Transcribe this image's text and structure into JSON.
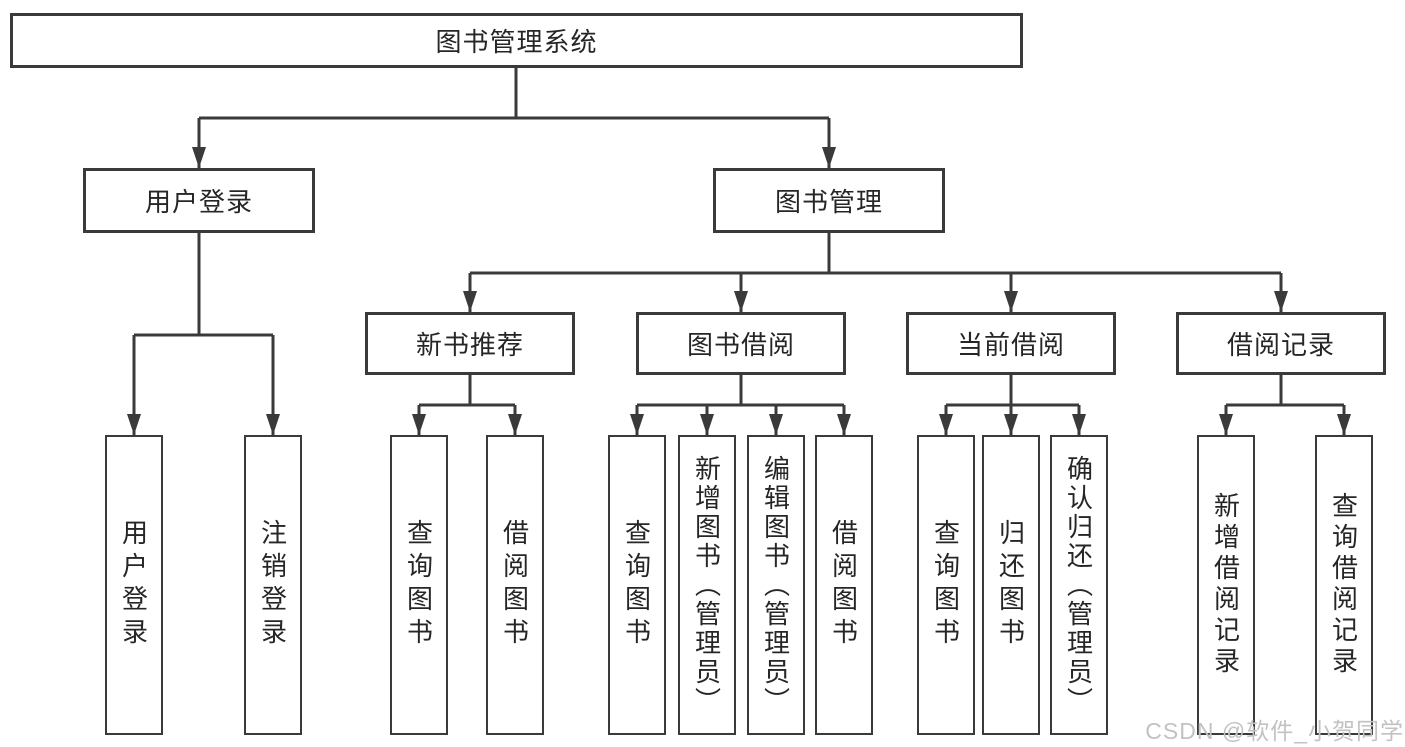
{
  "tree": {
    "root": "图书管理系统",
    "branches": [
      {
        "label": "用户登录",
        "children": [
          "用户登录",
          "注销登录"
        ]
      },
      {
        "label": "图书管理",
        "groups": [
          {
            "label": "新书推荐",
            "children": [
              "查询图书",
              "借阅图书"
            ]
          },
          {
            "label": "图书借阅",
            "children": [
              "查询图书",
              "新增图书（管理员）",
              "编辑图书（管理员）",
              "借阅图书"
            ]
          },
          {
            "label": "当前借阅",
            "children": [
              "查询图书",
              "归还图书",
              "确认归还（管理员）"
            ]
          },
          {
            "label": "借阅记录",
            "children": [
              "新增借阅记录",
              "查询借阅记录"
            ]
          }
        ]
      }
    ]
  },
  "watermark": "CSDN @软件_小贺同学",
  "colors": {
    "line": "#3a3a3a",
    "box_border": "#3a3a3a",
    "box_fill": "#ffffff",
    "text": "#262626",
    "watermark": "#c2c2c2",
    "background": "#ffffff"
  }
}
